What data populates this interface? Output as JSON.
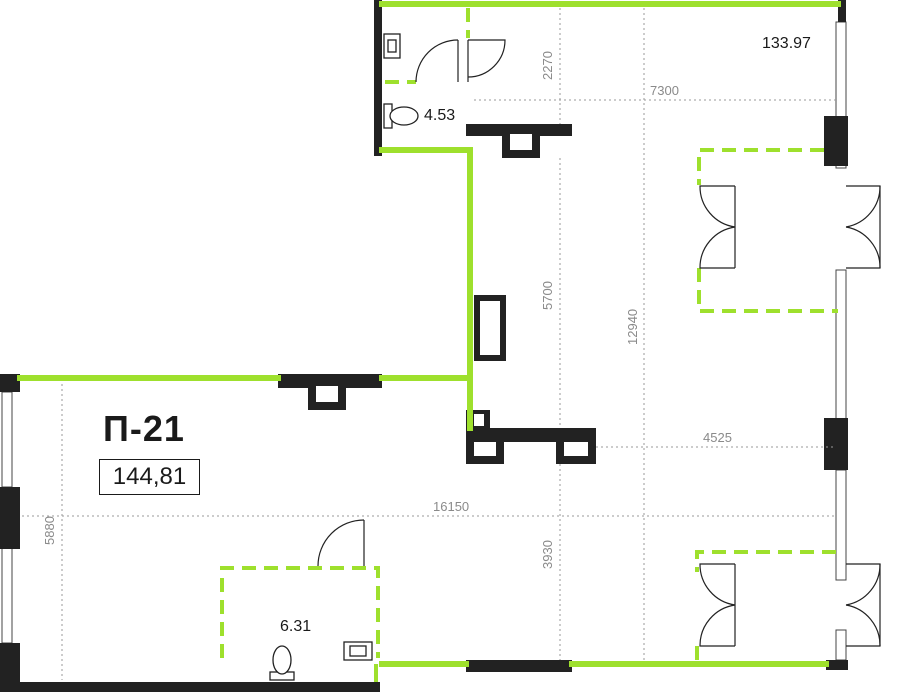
{
  "unit": {
    "title": "П-21",
    "total_area": "144,81"
  },
  "rooms": {
    "main_hall_area": "133.97",
    "wc_top_area": "4.53",
    "wc_bottom_area": "6.31"
  },
  "dimensions": {
    "d_2270": "2270",
    "d_7300": "7300",
    "d_5700": "5700",
    "d_12940": "12940",
    "d_4525": "4525",
    "d_16150": "16150",
    "d_5880": "5880",
    "d_3930": "3930"
  },
  "colors": {
    "wall_accent": "#9ee02d",
    "structural": "#222222",
    "dimension": "#8a8a8a"
  },
  "icons": [
    "door-swing-icon",
    "toilet-icon",
    "sink-icon",
    "window-icon"
  ]
}
